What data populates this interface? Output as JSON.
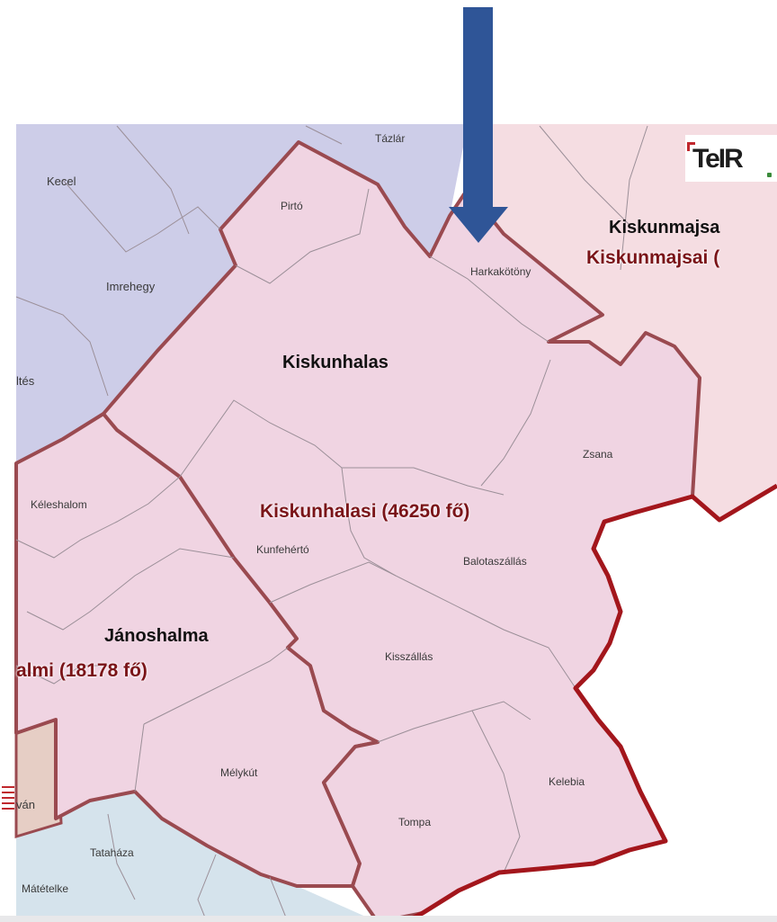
{
  "map": {
    "neighbors": {
      "tazlar": "Tázlár",
      "kecel": "Kecel",
      "imrehegy": "Imrehegy",
      "soltvadkert_partial": "ltés",
      "keleshalom": "Kéleshalom",
      "mateteleke": "Mátételke",
      "tatahaza": "Tataháza",
      "van_partial": "ván"
    },
    "towns": {
      "pirto": "Pirtó",
      "harkakotony": "Harkakötöny",
      "zsana": "Zsana",
      "kunfeherto": "Kunfehértó",
      "balotaszallas": "Balotaszállás",
      "kisszallas": "Kisszállás",
      "melykut": "Mélykút",
      "kelebia": "Kelebia",
      "tompa": "Tompa"
    },
    "districts": {
      "kiskunhalas": "Kiskunhalas",
      "kiskunmajsa": "Kiskunmajsa",
      "janoshalma": "Jánoshalma"
    },
    "microregions": {
      "kiskunhalasi": "Kiskunhalasi (46250 fő)",
      "kiskunmajsai": "Kiskunmajsai (",
      "janoshalmi": "almi (18178 fő)"
    },
    "logo": "TeIR",
    "colors": {
      "highlight_region": "#f0d4e2",
      "north_region": "#cdcde8",
      "east_region": "#f5dde2",
      "south_region": "#d5e3ec",
      "southwest_region": "#e6cec5",
      "border": "#9a4a50",
      "outer_border": "#a3161c",
      "arrow": "#2f5597",
      "label_red": "#7a1418"
    }
  }
}
